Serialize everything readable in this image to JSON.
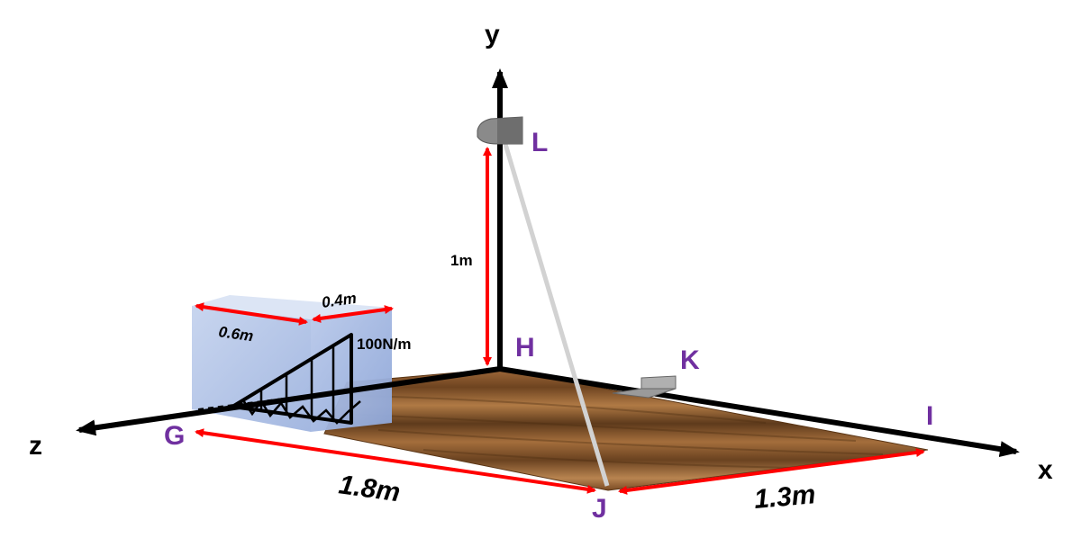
{
  "axes": {
    "x_label": "x",
    "y_label": "y",
    "z_label": "z"
  },
  "points": {
    "G": "G",
    "H": "H",
    "I": "I",
    "J": "J",
    "K": "K",
    "L": "L"
  },
  "dimensions": {
    "height_HL": "1m",
    "length_GJ": "1.8m",
    "width_JI": "1.3m",
    "box_width": "0.6m",
    "box_depth": "0.4m"
  },
  "load": {
    "label": "100N/m"
  },
  "colors": {
    "point_label": "#7030a0",
    "dimension_arrow": "#ff0000",
    "axis": "#000000",
    "cable": "#d0d0d0",
    "box": "#b4c6e7",
    "wood": "#8b5a2b"
  },
  "icons": {
    "hinge_L": "hinge-bracket-icon",
    "bracket_K": "bracket-icon"
  }
}
